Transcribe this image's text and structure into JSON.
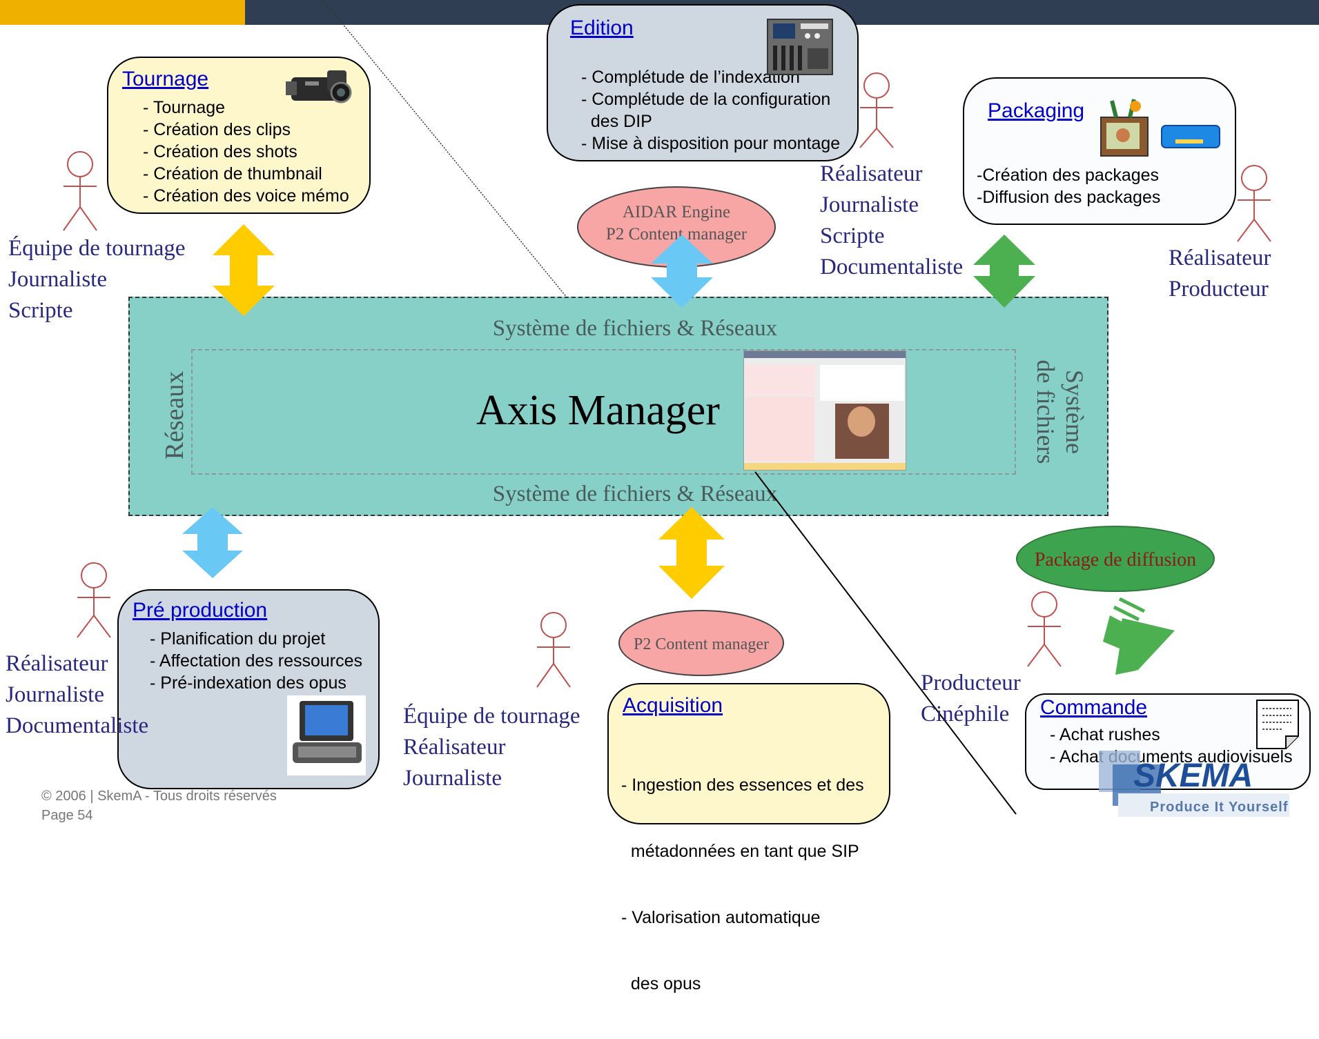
{
  "colors": {
    "topbar": "#2f3e53",
    "topbar_accent": "#f0b000",
    "central_fill": "#86d0c8",
    "arrow_yellow": "#ffcc00",
    "arrow_blue": "#6ac8f5",
    "arrow_green": "#4caf50",
    "box_yellow": "#fff7cc",
    "box_gray": "#cfd7e1",
    "box_white": "#fafcfe",
    "ellipse_pink": "#f7a5a5",
    "ellipse_green": "#3da34e",
    "role_text": "#28287e",
    "title_link": "#0000c8"
  },
  "central": {
    "title": "Axis Manager",
    "top_label": "Système de fichiers & Réseaux",
    "bottom_label": "Système de fichiers & Réseaux",
    "left_label": "Réseaux",
    "right_label_line1": "Système",
    "right_label_line2": "de fichiers"
  },
  "tournage": {
    "title": "Tournage",
    "items": [
      "- Tournage",
      "- Création des clips",
      "- Création des shots",
      "- Création de thumbnail",
      "- Création des voice mémo"
    ],
    "icon": "camcorder-icon"
  },
  "edition": {
    "title": "Edition",
    "items": [
      "- Complétude de l’indexation",
      "- Complétude de la configuration",
      "  des DIP",
      "- Mise à disposition pour montage"
    ],
    "icon": "mixing-desk-icon"
  },
  "packaging": {
    "title": "Packaging",
    "items": [
      "-Création des packages",
      "-Diffusion des packages"
    ],
    "icon": "tv-dvd-icon"
  },
  "preproduction": {
    "title": "Pré production",
    "items": [
      "- Planification du projet",
      "- Affectation des ressources",
      "- Pré-indexation des opus"
    ],
    "icon": "laptop-icon"
  },
  "acquisition": {
    "title": "Acquisition",
    "items": [
      "- Ingestion des essences et des",
      "  métadonnées en tant que SIP",
      "- Valorisation automatique",
      "  des opus"
    ]
  },
  "commande": {
    "title": "Commande",
    "items": [
      "- Achat rushes",
      "- Achat documents audiovisuels"
    ],
    "icon": "document-icon"
  },
  "ellipses": {
    "aidar_line1": "AIDAR Engine",
    "aidar_line2": "P2 Content manager",
    "p2": "P2 Content manager",
    "package": "Package de diffusion"
  },
  "roles": {
    "tournage": [
      "Équipe de tournage",
      "Journaliste",
      "Scripte"
    ],
    "edition": [
      "Réalisateur",
      "Journaliste",
      "Scripte",
      "Documentaliste"
    ],
    "packaging": [
      "Réalisateur",
      "Producteur"
    ],
    "preproduction": [
      "Réalisateur",
      "Journaliste",
      "Documentaliste"
    ],
    "acquisition": [
      "Équipe de tournage",
      "Réalisateur",
      "Journaliste"
    ],
    "commande": [
      "Producteur",
      "Cinéphile"
    ]
  },
  "footer": {
    "copyright": "© 2006 | SkemA - Tous droits réservés",
    "page": "Page 54"
  },
  "logo": {
    "name": "SKEMA",
    "tagline": "Produce It Yourself"
  }
}
